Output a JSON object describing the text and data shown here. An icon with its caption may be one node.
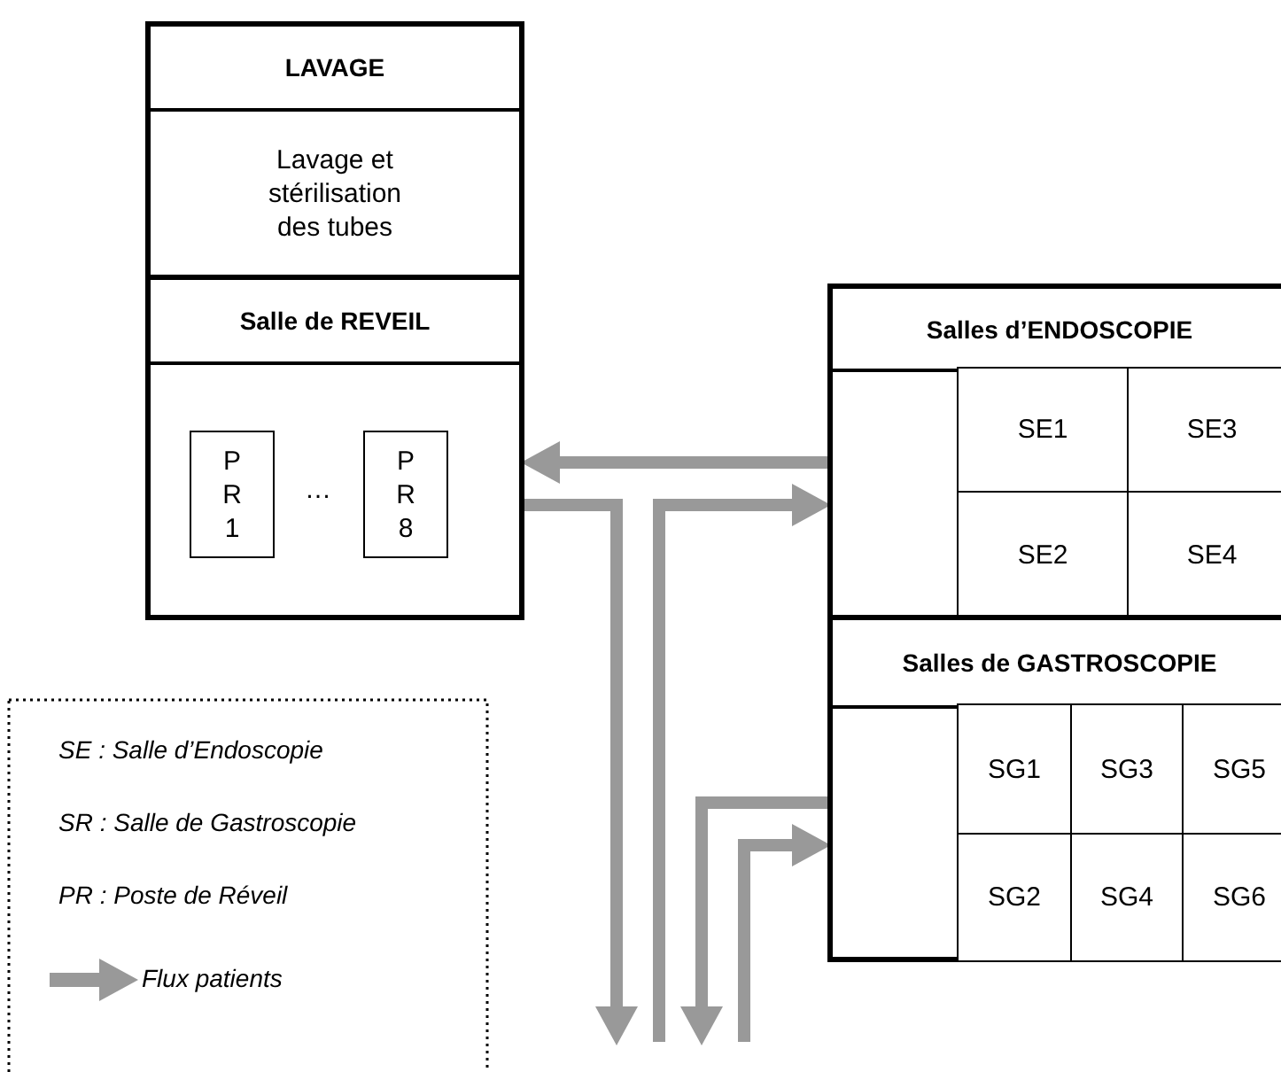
{
  "diagram": {
    "nodes": [
      {
        "text": [
          "LAVAGE",
          "Lavage et stérilisation des tubes"
        ]
      },
      {
        "text": [
          "Salle de REVEIL"
        ]
      },
      {
        "text": [
          "P R 1"
        ],
        "in": 1
      },
      {
        "text": [
          "P R 8"
        ],
        "in": 1
      },
      {
        "text": [
          "Salles d’ENDOSCOPIE"
        ]
      },
      {
        "text": [
          "SE1"
        ],
        "in": 4
      },
      {
        "text": [
          "SE3"
        ],
        "in": 4
      },
      {
        "text": [
          "SE2"
        ],
        "in": 4
      },
      {
        "text": [
          "SE4"
        ],
        "in": 4
      },
      {
        "text": [
          "Salles de GASTROSCOPIE"
        ]
      },
      {
        "text": [
          "SG1"
        ],
        "in": 9
      },
      {
        "text": [
          "SG3"
        ],
        "in": 9
      },
      {
        "text": [
          "SG5"
        ],
        "in": 9
      },
      {
        "text": [
          "SG2"
        ],
        "in": 9
      },
      {
        "text": [
          "SG4"
        ],
        "in": 9
      },
      {
        "text": [
          "SG6"
        ],
        "in": 9
      }
    ],
    "edges": [
      {
        "from": 4,
        "to": 1,
        "arrow": "to"
      },
      {
        "from": 1,
        "to": null,
        "arrow": "to"
      },
      {
        "from": null,
        "to": 4,
        "arrow": "to"
      },
      {
        "from": 9,
        "to": null,
        "arrow": "to"
      },
      {
        "from": null,
        "to": 9,
        "arrow": "to"
      }
    ],
    "labels": [
      "…",
      "SE : Salle d’Endoscopie",
      "SR : Salle de Gastroscopie",
      "PR : Poste de Réveil"
    ],
    "legend": [
      {
        "text": "Flux patients"
      }
    ]
  }
}
